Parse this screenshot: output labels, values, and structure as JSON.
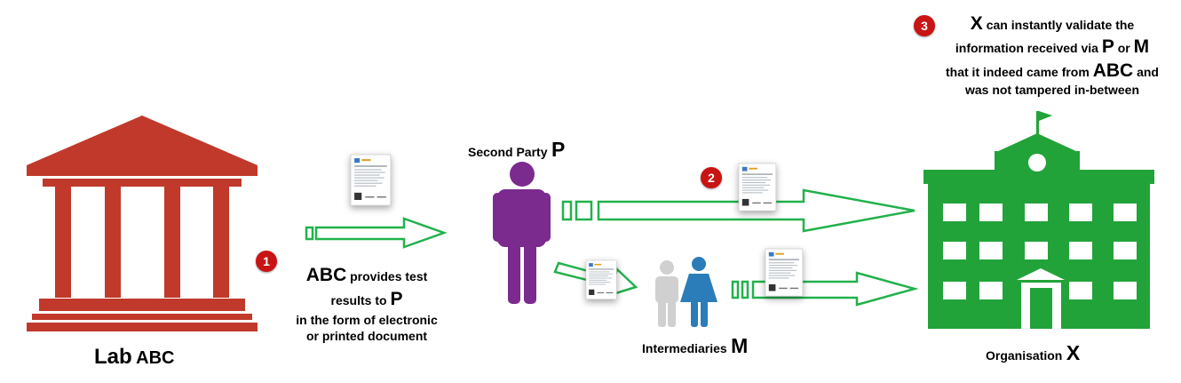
{
  "colors": {
    "lab": "#c0392b",
    "arrow": "#22b14c",
    "person_p": "#7b2a8e",
    "intermediary_1": "#d0d0d0",
    "intermediary_2": "#2a7db8",
    "organisation": "#22a33a",
    "badge": "#c81414"
  },
  "icons": {
    "lab": "bank-building-icon",
    "person": "person-icon",
    "intermediaries": "male-female-icon",
    "organisation": "school-building-icon",
    "document": "document-icon"
  },
  "lab": {
    "label_prefix": "Lab",
    "label_name": "ABC"
  },
  "step1": {
    "badge": "1",
    "line1_bold": "ABC",
    "line1_rest": "provides test",
    "line2_rest": "results to",
    "line2_bold": "P",
    "line3": "in the form of electronic",
    "line4": "or printed document"
  },
  "second_party": {
    "label": "Second Party",
    "letter": "P"
  },
  "step2": {
    "badge": "2"
  },
  "intermediaries": {
    "label": "Intermediaries",
    "letter": "M"
  },
  "organisation": {
    "label": "Organisation",
    "letter": "X"
  },
  "step3": {
    "badge": "3",
    "l1_bold": "X",
    "l1_rest": "can instantly validate the",
    "l2_rest": "information received via",
    "l2_bold1": "P",
    "l2_mid": "or",
    "l2_bold2": "M",
    "l3_rest": "that it indeed came from",
    "l3_bold": "ABC",
    "l3_end": "and",
    "l4": "was not tampered in-between"
  }
}
